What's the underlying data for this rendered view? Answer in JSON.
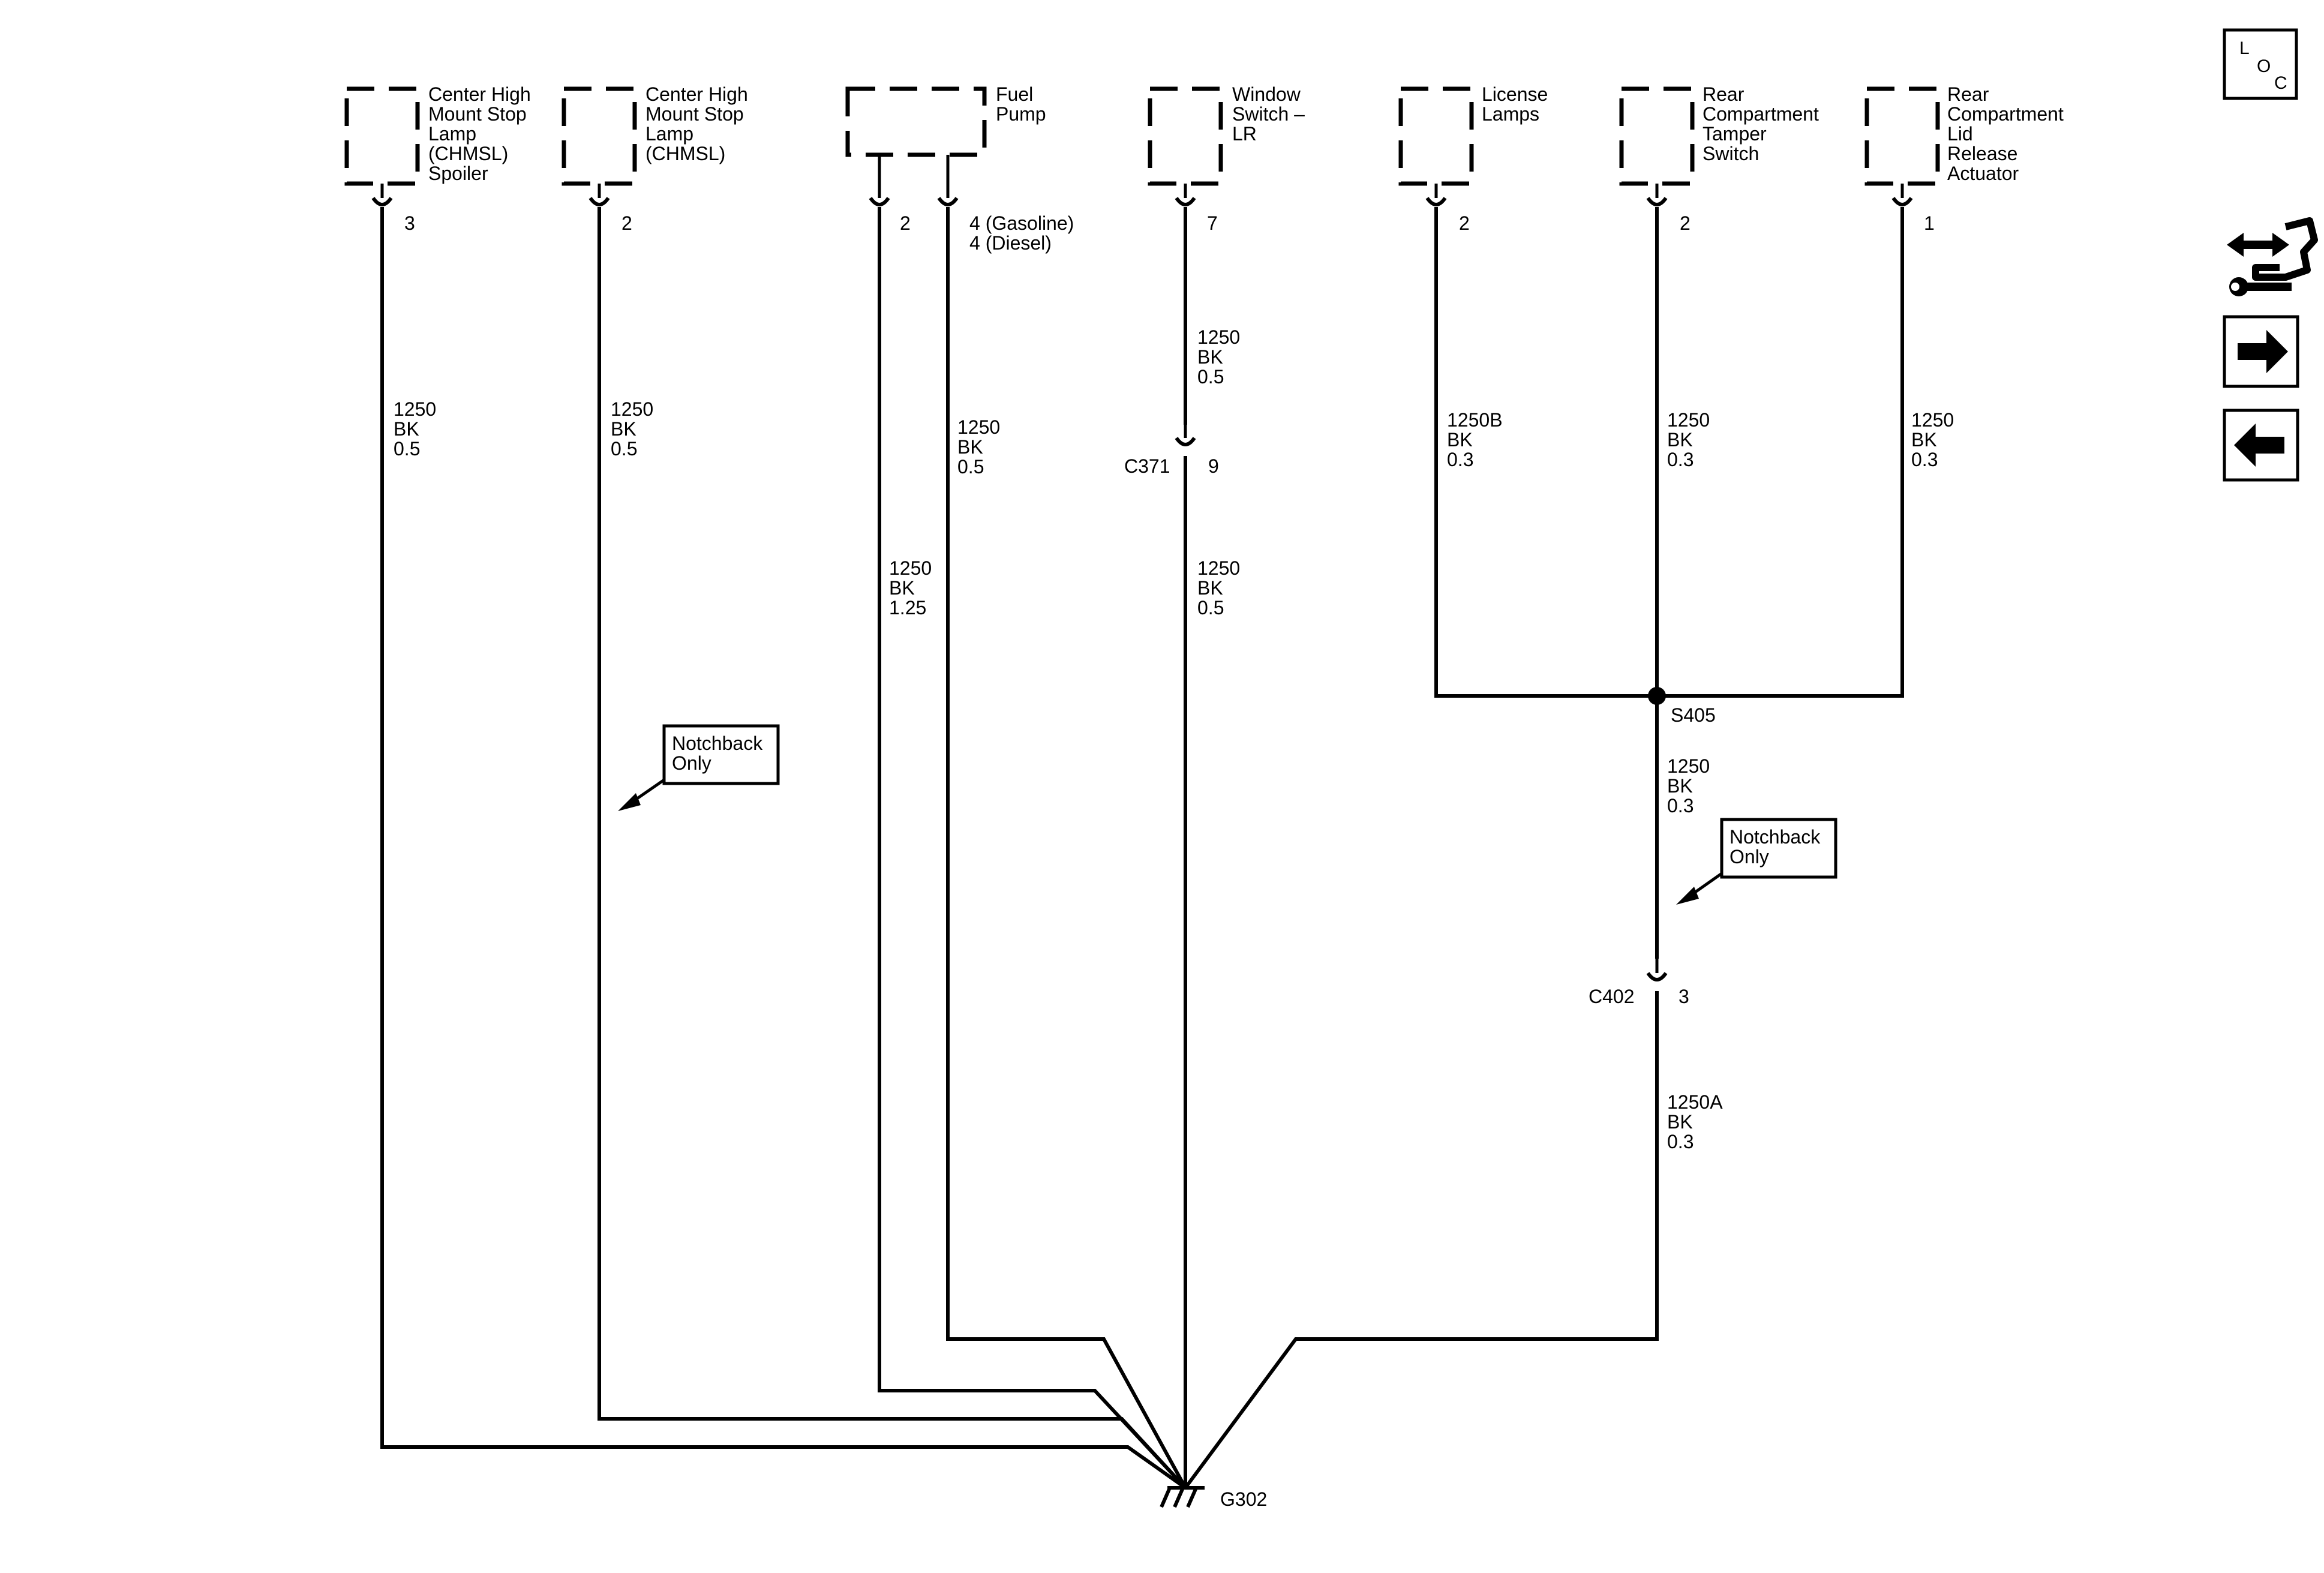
{
  "components": {
    "chmsl_spoiler": {
      "name": [
        "Center High",
        "Mount Stop",
        "Lamp",
        "(CHMSL)",
        "Spoiler"
      ],
      "pins": [
        "3"
      ]
    },
    "chmsl": {
      "name": [
        "Center High",
        "Mount Stop",
        "Lamp",
        "(CHMSL)"
      ],
      "pins": [
        "2"
      ]
    },
    "fuel_pump": {
      "name": [
        "Fuel",
        "Pump"
      ],
      "pins": [
        "2",
        "4 (Gasoline)",
        "4 (Diesel)"
      ]
    },
    "window_switch": {
      "name": [
        "Window",
        "Switch –",
        "LR"
      ],
      "pins": [
        "7"
      ]
    },
    "license_lamps": {
      "name": [
        "License",
        "Lamps"
      ],
      "pins": [
        "2"
      ]
    },
    "tamper_switch": {
      "name": [
        "Rear",
        "Compartment",
        "Tamper",
        "Switch"
      ],
      "pins": [
        "2"
      ]
    },
    "lid_actuator": {
      "name": [
        "Rear",
        "Compartment",
        "Lid",
        "Release",
        "Actuator"
      ],
      "pins": [
        "1"
      ]
    }
  },
  "wires": {
    "w_chmsl_spoiler": [
      "1250",
      "BK",
      "0.5"
    ],
    "w_chmsl": [
      "1250",
      "BK",
      "0.5"
    ],
    "w_fuel_pump_2": [
      "1250",
      "BK",
      "1.25"
    ],
    "w_fuel_pump_4": [
      "1250",
      "BK",
      "0.5"
    ],
    "w_window_upper": [
      "1250",
      "BK",
      "0.5"
    ],
    "w_window_lower": [
      "1250",
      "BK",
      "0.5"
    ],
    "w_license": [
      "1250B",
      "BK",
      "0.3"
    ],
    "w_tamper": [
      "1250",
      "BK",
      "0.3"
    ],
    "w_lid": [
      "1250",
      "BK",
      "0.3"
    ],
    "w_s405_down": [
      "1250",
      "BK",
      "0.3"
    ],
    "w_c402_down": [
      "1250A",
      "BK",
      "0.3"
    ]
  },
  "connectors": {
    "c371": {
      "name": "C371",
      "pin": "9"
    },
    "c402": {
      "name": "C402",
      "pin": "3"
    }
  },
  "splice": "S405",
  "ground": "G302",
  "notes": {
    "notchback_left": [
      "Notchback",
      "Only"
    ],
    "notchback_right": [
      "Notchback",
      "Only"
    ]
  },
  "side_icons": {
    "loc": {
      "letters": [
        "L",
        "O",
        "C"
      ],
      "icon": "loc-icon"
    },
    "wrench": "harness-wrench-icon",
    "next": "arrow-right-icon",
    "prev": "arrow-left-icon"
  }
}
